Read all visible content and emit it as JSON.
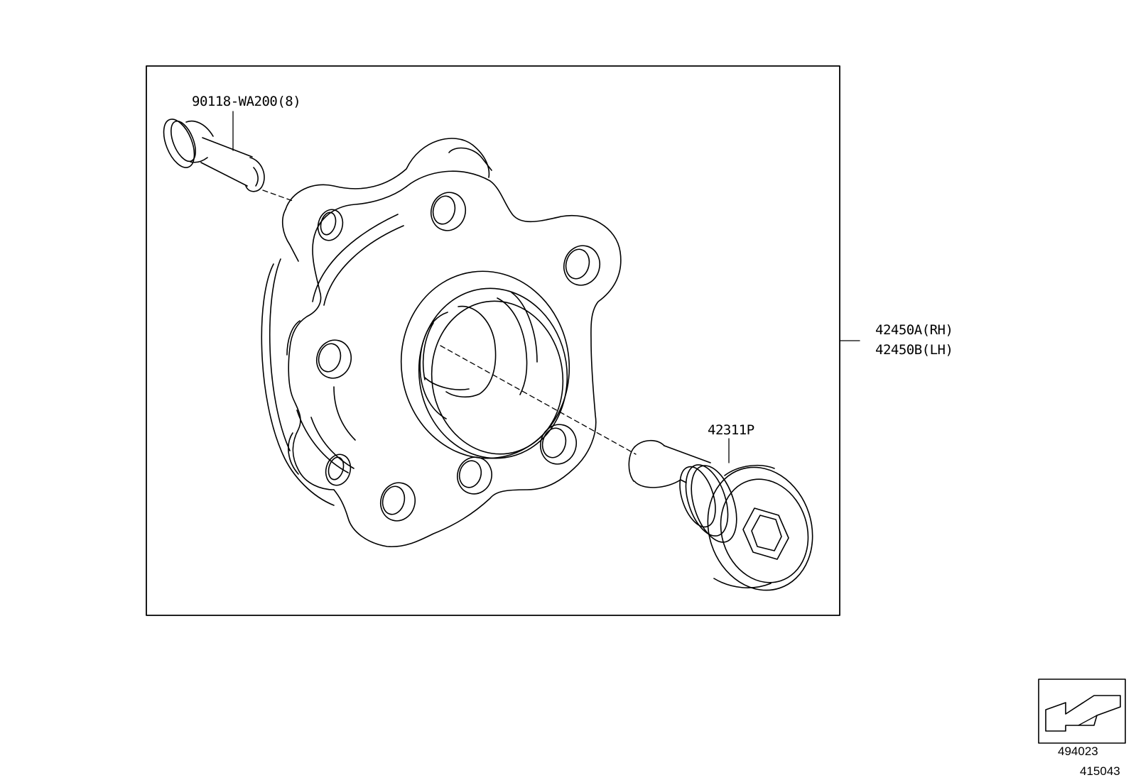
{
  "callouts": {
    "bolt_part": "90118-WA200(8)",
    "nut_part": "42311P",
    "hub_part_rh": "42450A(RH)",
    "hub_part_lh": "42450B(LH)"
  },
  "legend": {
    "symbol_code": "494023"
  },
  "figure_id": "415043",
  "colors": {
    "line": "#000000",
    "background": "#ffffff"
  },
  "icons": {
    "orientation_symbol": "front-arrow-icon"
  }
}
